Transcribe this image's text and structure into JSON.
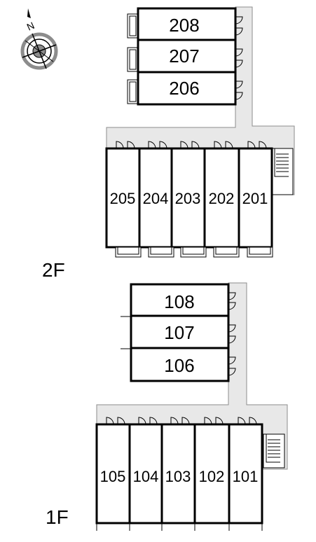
{
  "floors": [
    {
      "label": "2F",
      "upper_units": [
        "208",
        "207",
        "206"
      ],
      "lower_units": [
        "205",
        "204",
        "203",
        "202",
        "201"
      ]
    },
    {
      "label": "1F",
      "upper_units": [
        "108",
        "107",
        "106"
      ],
      "lower_units": [
        "105",
        "104",
        "103",
        "102",
        "101"
      ]
    }
  ],
  "compass": {
    "north_label": "N",
    "icon": "compass-rose-icon"
  },
  "colors": {
    "corridor": "#e8e8e8",
    "wall": "#000000",
    "shade": "#8c8c8c"
  }
}
